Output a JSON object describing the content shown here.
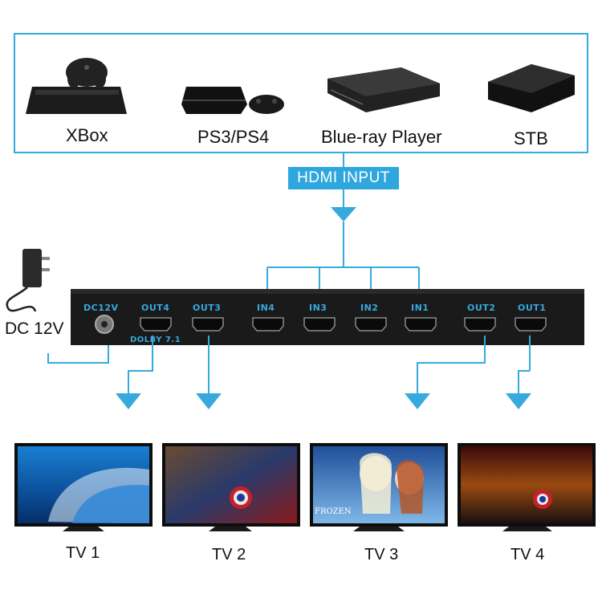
{
  "sources": [
    {
      "label": "XBox",
      "icon": "xbox-console-icon"
    },
    {
      "label": "PS3/PS4",
      "icon": "playstation-console-icon"
    },
    {
      "label": "Blue-ray Player",
      "icon": "bluray-player-icon"
    },
    {
      "label": "STB",
      "icon": "set-top-box-icon"
    }
  ],
  "input_badge": "HDMI INPUT",
  "power": {
    "label": "DC 12V",
    "port_label": "DC12V"
  },
  "device": {
    "ports": [
      "OUT4",
      "OUT3",
      "IN4",
      "IN3",
      "IN2",
      "IN1",
      "OUT2",
      "OUT1"
    ],
    "dolby": "DOLBY 7.1"
  },
  "tvs": [
    {
      "label": "TV 1",
      "screen": "ocean-wave"
    },
    {
      "label": "TV 2",
      "screen": "superheroes"
    },
    {
      "label": "TV 3",
      "screen": "FROZEN"
    },
    {
      "label": "TV 4",
      "screen": "superheroes"
    }
  ],
  "colors": {
    "accent": "#36a9dd",
    "device_body": "#1a1a1a"
  }
}
